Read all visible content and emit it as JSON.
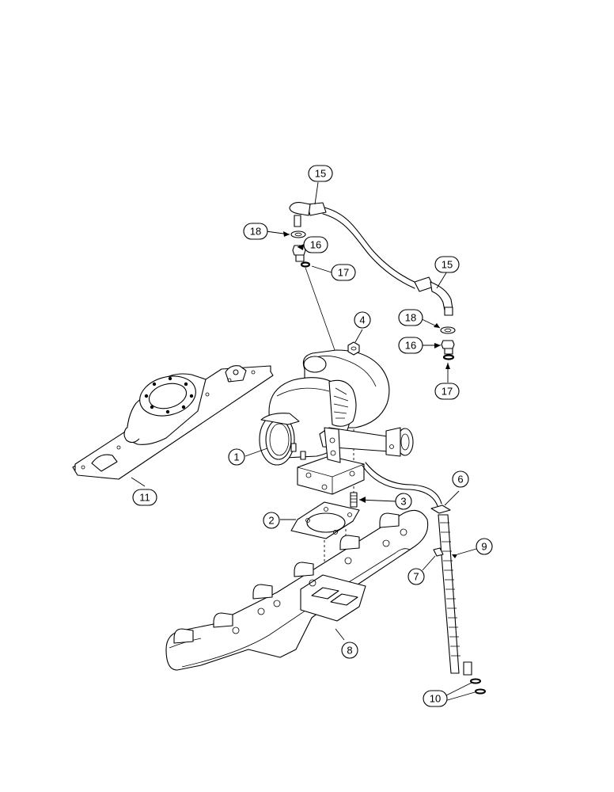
{
  "diagram": {
    "callouts": [
      {
        "id": "c15a",
        "label": "15"
      },
      {
        "id": "c18a",
        "label": "18"
      },
      {
        "id": "c16a",
        "label": "16"
      },
      {
        "id": "c17a",
        "label": "17"
      },
      {
        "id": "c15b",
        "label": "15"
      },
      {
        "id": "c18b",
        "label": "18"
      },
      {
        "id": "c16b",
        "label": "16"
      },
      {
        "id": "c17b",
        "label": "17"
      },
      {
        "id": "c4",
        "label": "4"
      },
      {
        "id": "c1",
        "label": "1"
      },
      {
        "id": "c11",
        "label": "11"
      },
      {
        "id": "c6",
        "label": "6"
      },
      {
        "id": "c3",
        "label": "3"
      },
      {
        "id": "c2",
        "label": "2"
      },
      {
        "id": "c9",
        "label": "9"
      },
      {
        "id": "c7",
        "label": "7"
      },
      {
        "id": "c8",
        "label": "8"
      },
      {
        "id": "c10",
        "label": "10"
      }
    ]
  }
}
